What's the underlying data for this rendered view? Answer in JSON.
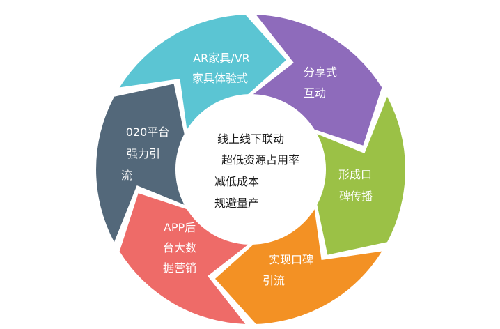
{
  "center": {
    "lines": [
      "线上线下联动",
      "超低资源占用率",
      "减低成本",
      "规避量产"
    ]
  },
  "segments": [
    {
      "lines": [
        "AR家具/VR",
        "家具体验式"
      ],
      "color": "#5bc5d3"
    },
    {
      "lines": [
        "分享式",
        "互动"
      ],
      "color": "#8e6bbb"
    },
    {
      "lines": [
        "形成口",
        "碑传播"
      ],
      "color": "#9bc146"
    },
    {
      "lines": [
        "实现口碑",
        "引流"
      ],
      "color": "#f39124"
    },
    {
      "lines": [
        "APP后",
        "台大数",
        "据营销"
      ],
      "color": "#ee6b68"
    },
    {
      "lines": [
        "020平台",
        "强力引",
        "流"
      ],
      "color": "#53687a"
    }
  ]
}
